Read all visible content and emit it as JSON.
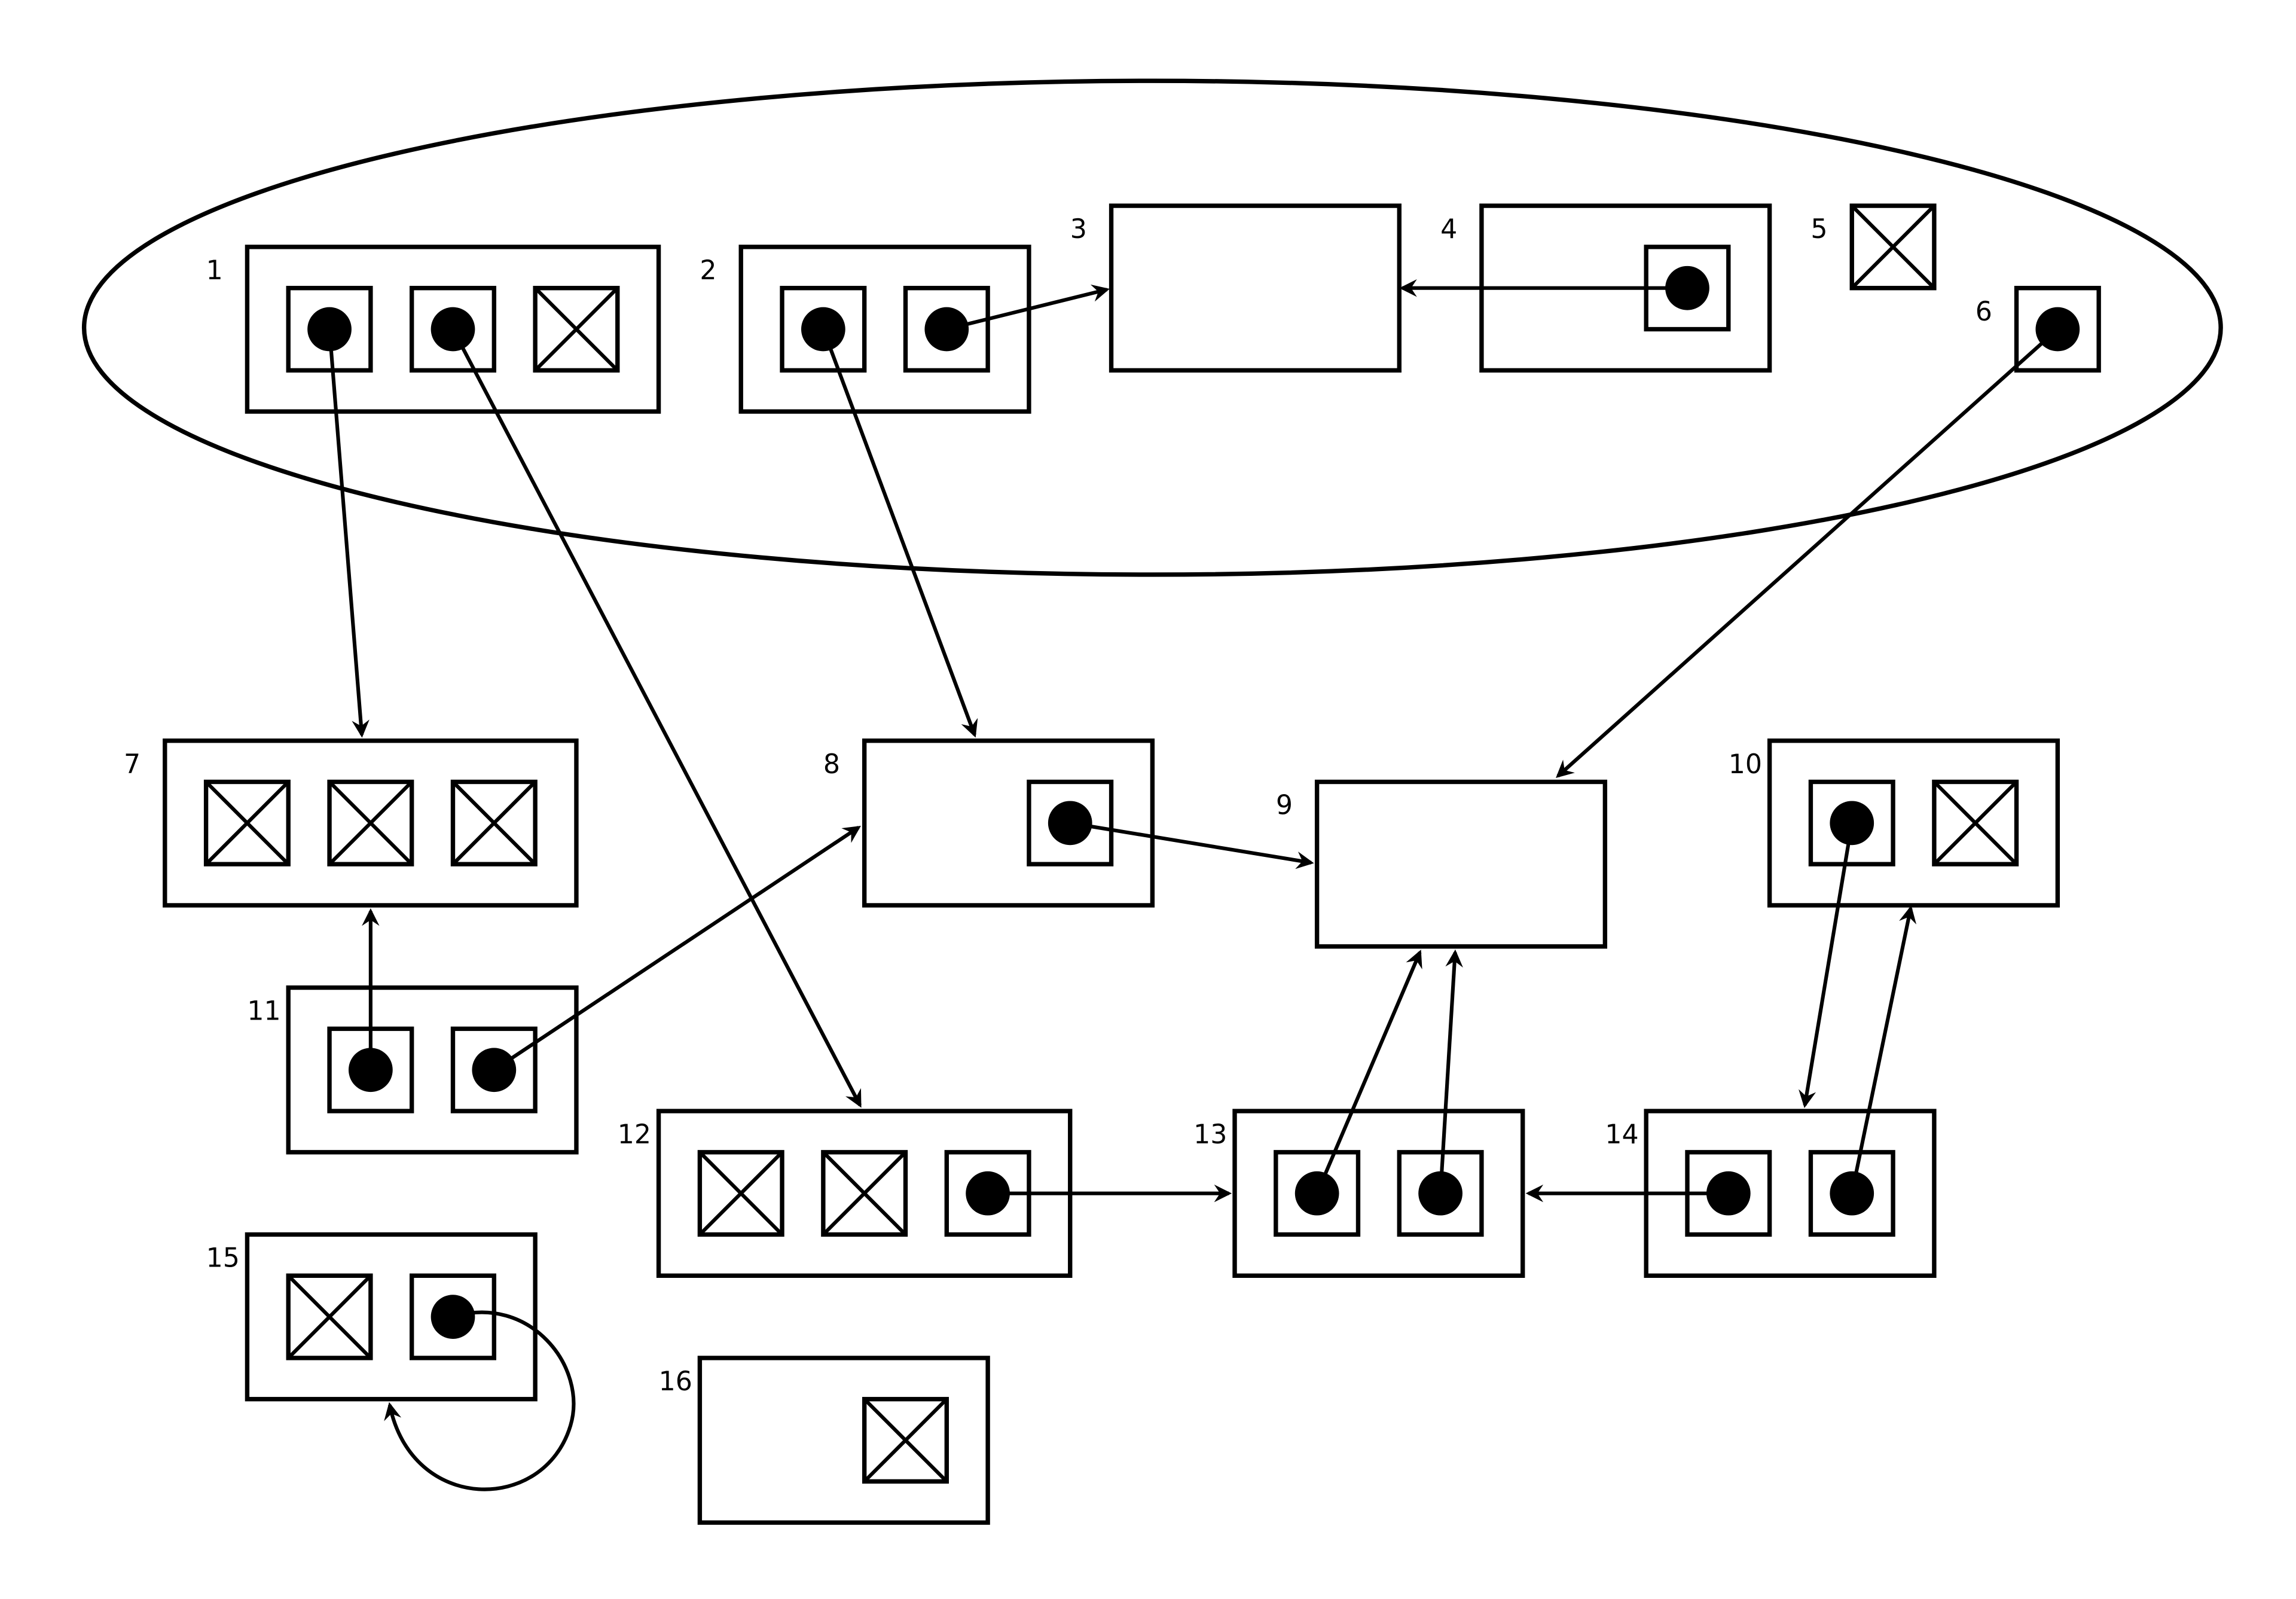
{
  "nodes": [
    {
      "id": "1",
      "slots": [
        "dot",
        "dot",
        "x"
      ]
    },
    {
      "id": "2",
      "slots": [
        "dot",
        "dot"
      ]
    },
    {
      "id": "3",
      "slots": []
    },
    {
      "id": "4",
      "slots": [
        "dot"
      ]
    },
    {
      "id": "5",
      "slots": [
        "x"
      ]
    },
    {
      "id": "6",
      "slots": [
        "dot"
      ]
    },
    {
      "id": "7",
      "slots": [
        "x",
        "x",
        "x"
      ]
    },
    {
      "id": "8",
      "slots": [
        "dot"
      ]
    },
    {
      "id": "9",
      "slots": []
    },
    {
      "id": "10",
      "slots": [
        "dot",
        "x"
      ]
    },
    {
      "id": "11",
      "slots": [
        "dot",
        "dot"
      ]
    },
    {
      "id": "12",
      "slots": [
        "x",
        "x",
        "dot"
      ]
    },
    {
      "id": "13",
      "slots": [
        "dot",
        "dot"
      ]
    },
    {
      "id": "14",
      "slots": [
        "dot",
        "dot"
      ]
    },
    {
      "id": "15",
      "slots": [
        "x",
        "dot"
      ]
    },
    {
      "id": "16",
      "slots": [
        "x"
      ]
    }
  ],
  "edges": [
    {
      "from": "1.slot1",
      "to": "7"
    },
    {
      "from": "1.slot2",
      "to": "12"
    },
    {
      "from": "2.slot1",
      "to": "8"
    },
    {
      "from": "2.slot2",
      "to": "3"
    },
    {
      "from": "4.slot1",
      "to": "3"
    },
    {
      "from": "6.slot1",
      "to": "9"
    },
    {
      "from": "8.slot1",
      "to": "9"
    },
    {
      "from": "10.slot1",
      "to": "14"
    },
    {
      "from": "11.slot1",
      "to": "7"
    },
    {
      "from": "11.slot2",
      "to": "8"
    },
    {
      "from": "12.slot3",
      "to": "13"
    },
    {
      "from": "13.slot1",
      "to": "9"
    },
    {
      "from": "13.slot2",
      "to": "9"
    },
    {
      "from": "14.slot1",
      "to": "13"
    },
    {
      "from": "14.slot2",
      "to": "10"
    },
    {
      "from": "15.slot2",
      "to": "15"
    }
  ],
  "group": {
    "members": [
      "1",
      "2",
      "3",
      "4",
      "5",
      "6"
    ]
  }
}
